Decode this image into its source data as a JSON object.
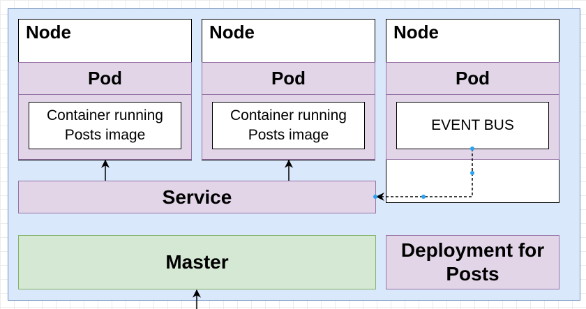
{
  "nodes": [
    {
      "label": "Node",
      "pod_label": "Pod",
      "container_text": "Container running\nPosts image"
    },
    {
      "label": "Node",
      "pod_label": "Pod",
      "container_text": "Container running\nPosts image"
    },
    {
      "label": "Node",
      "pod_label": "Pod",
      "container_text": "EVENT BUS"
    }
  ],
  "service_label": "Service",
  "master_label": "Master",
  "deployment_label": "Deployment for\nPosts",
  "colors": {
    "cluster_fill": "#dae8fc",
    "cluster_stroke": "#6c8ebf",
    "purple_fill": "#e1d5e7",
    "purple_stroke": "#9673a6",
    "green_fill": "#d5e8d4",
    "green_stroke": "#82b366",
    "selection_handle": "#29a3f0"
  }
}
